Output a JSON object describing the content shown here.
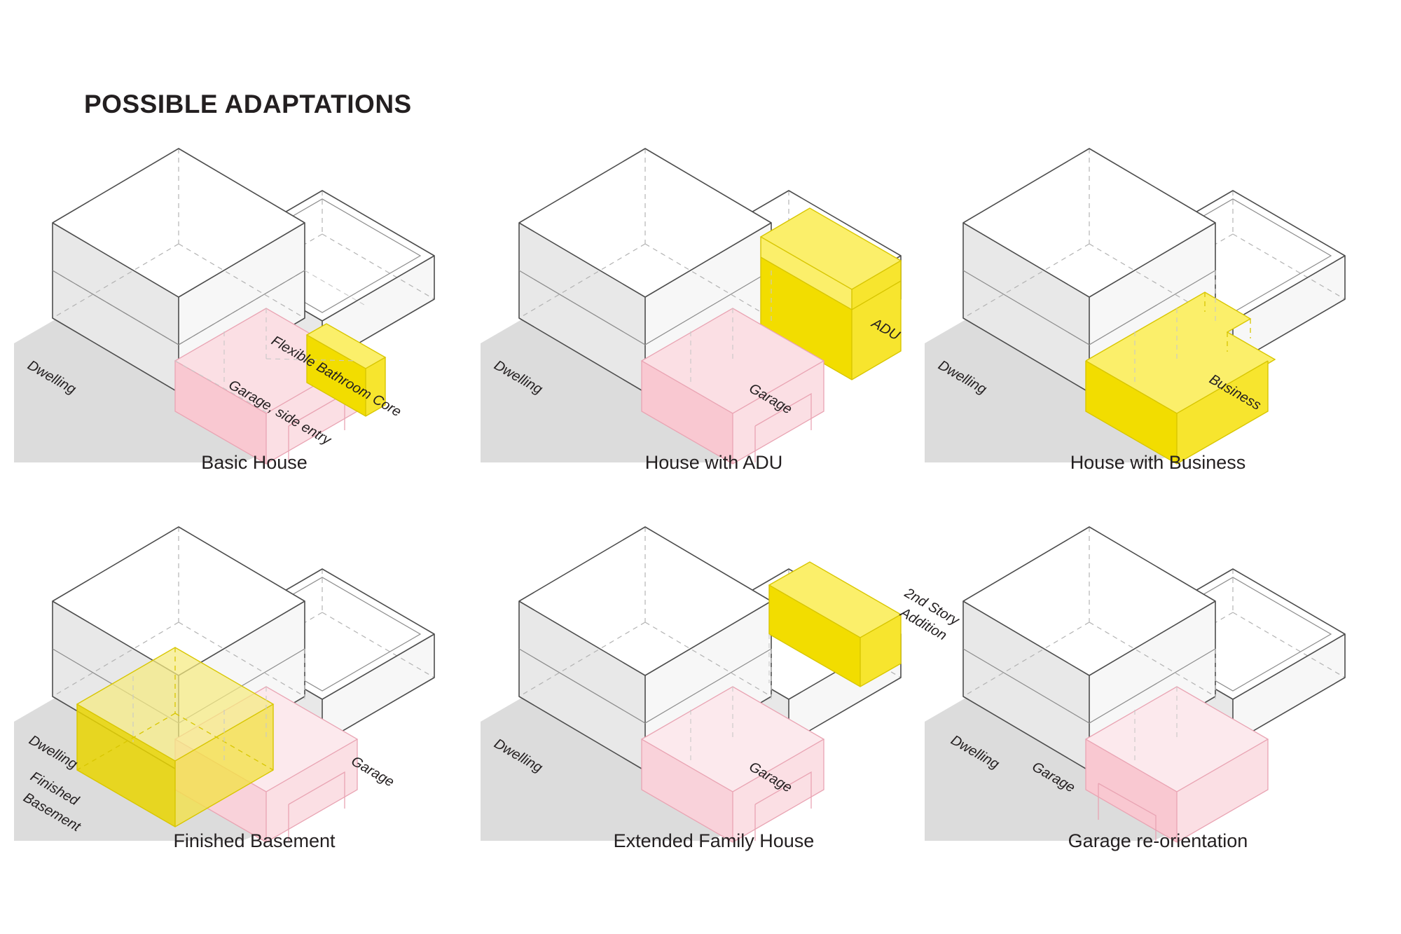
{
  "page": {
    "title": "POSSIBLE ADAPTATIONS",
    "background_color": "#ffffff",
    "text_color": "#231f20"
  },
  "palette": {
    "dwelling_white": "#ffffff",
    "dwelling_shade": "#e8e8e8",
    "garage_pink": "#fbdfe4",
    "garage_pink_dark": "#f9c8d1",
    "accent_yellow": "#f7e52e",
    "accent_yellow_dark": "#f2dd00",
    "ground_shadow": "#dcdcdc",
    "edge_stroke": "#4d4d4d",
    "hidden_stroke": "#b3b3b3"
  },
  "diagrams": [
    {
      "id": "basic-house",
      "caption": "Basic House",
      "annotations": [
        {
          "key": "dwelling",
          "text": "Dwelling"
        },
        {
          "key": "garage",
          "text": "Garage, side entry"
        },
        {
          "key": "bathcore",
          "text": "Flexible Bathroom Core"
        }
      ]
    },
    {
      "id": "house-with-adu",
      "caption": "House with ADU",
      "annotations": [
        {
          "key": "dwelling",
          "text": "Dwelling"
        },
        {
          "key": "garage",
          "text": "Garage"
        },
        {
          "key": "adu",
          "text": "ADU"
        }
      ]
    },
    {
      "id": "house-with-business",
      "caption": "House with Business",
      "annotations": [
        {
          "key": "dwelling",
          "text": "Dwelling"
        },
        {
          "key": "business",
          "text": "Business"
        }
      ]
    },
    {
      "id": "finished-basement",
      "caption": "Finished Basement",
      "annotations": [
        {
          "key": "dwelling",
          "text": "Dwelling"
        },
        {
          "key": "basement_line1",
          "text": "Finished"
        },
        {
          "key": "basement_line2",
          "text": "Basement"
        },
        {
          "key": "garage",
          "text": "Garage"
        }
      ]
    },
    {
      "id": "extended-family-house",
      "caption": "Extended Family House",
      "annotations": [
        {
          "key": "dwelling",
          "text": "Dwelling"
        },
        {
          "key": "garage",
          "text": "Garage"
        },
        {
          "key": "addition_line1",
          "text": "2nd Story"
        },
        {
          "key": "addition_line2",
          "text": "Addition"
        }
      ]
    },
    {
      "id": "garage-re-orientation",
      "caption": "Garage re-orientation",
      "annotations": [
        {
          "key": "dwelling",
          "text": "Dwelling"
        },
        {
          "key": "garage",
          "text": "Garage"
        }
      ]
    }
  ]
}
